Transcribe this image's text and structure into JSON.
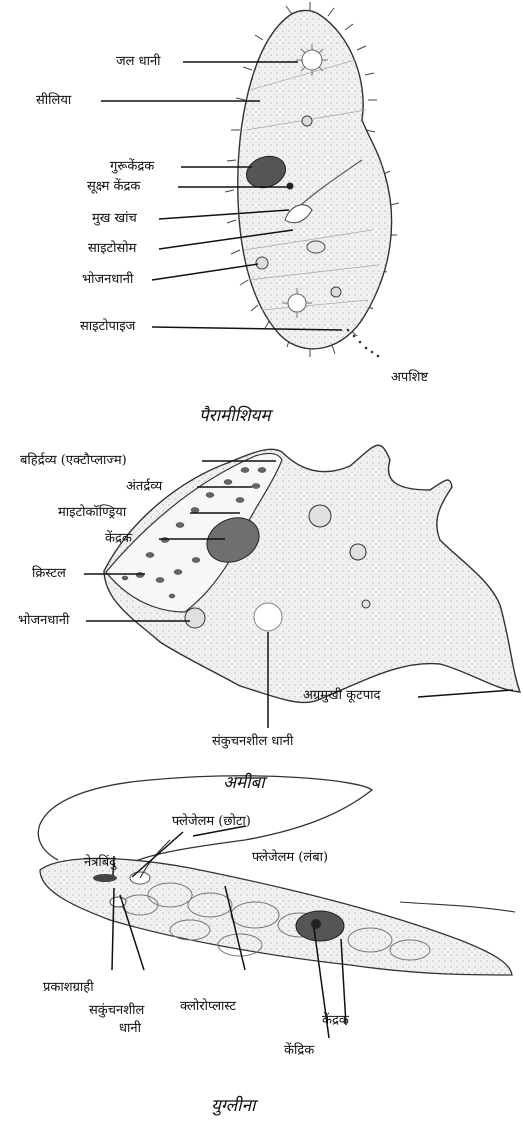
{
  "paramecium": {
    "caption": "पैरामीशियम",
    "labels": {
      "jal_dhani": "जल धानी",
      "cilia": "सीलिया",
      "macronucleus": "गुरूकेंद्रक",
      "micronucleus": "सूक्ष्म केंद्रक",
      "oral_groove": "मुख खांच",
      "cytostome": "साइटोसोम",
      "food_vacuole": "भोजनधानी",
      "cytopyge": "साइटोपाइज",
      "waste": "अपशिष्ट"
    }
  },
  "amoeba": {
    "caption": "अमीबा",
    "labels": {
      "ectoplasm": "बहिर्द्रव्य (एक्टौप्लाज्म)",
      "endoplasm": "अंतर्द्रव्य",
      "mitochondria": "माइटोकॉण्ड्रिया",
      "nucleus": "केंद्रक",
      "crystal": "क्रिस्टल",
      "food_vacuole": "भोजनधानी",
      "pseudopod": "अग्रमुखी कूटपाद",
      "contractile_vacuole": "संकुचनशील धानी"
    }
  },
  "euglena": {
    "caption": "युग्लीना",
    "labels": {
      "flagellum_short": "फ्लेजेलम (छोटा)",
      "flagellum_long": "फ्लेजेलम (लंबा)",
      "eyespot": "नेत्रबिंदु",
      "photoreceptor": "प्रकाशग्राही",
      "contractile_vacuole_1": "सकुंचनशील",
      "contractile_vacuole_2": "धानी",
      "chloroplast": "क्लोरोप्लास्ट",
      "nucleus": "केंद्रक",
      "nucleolus": "केंद्रिक"
    }
  }
}
